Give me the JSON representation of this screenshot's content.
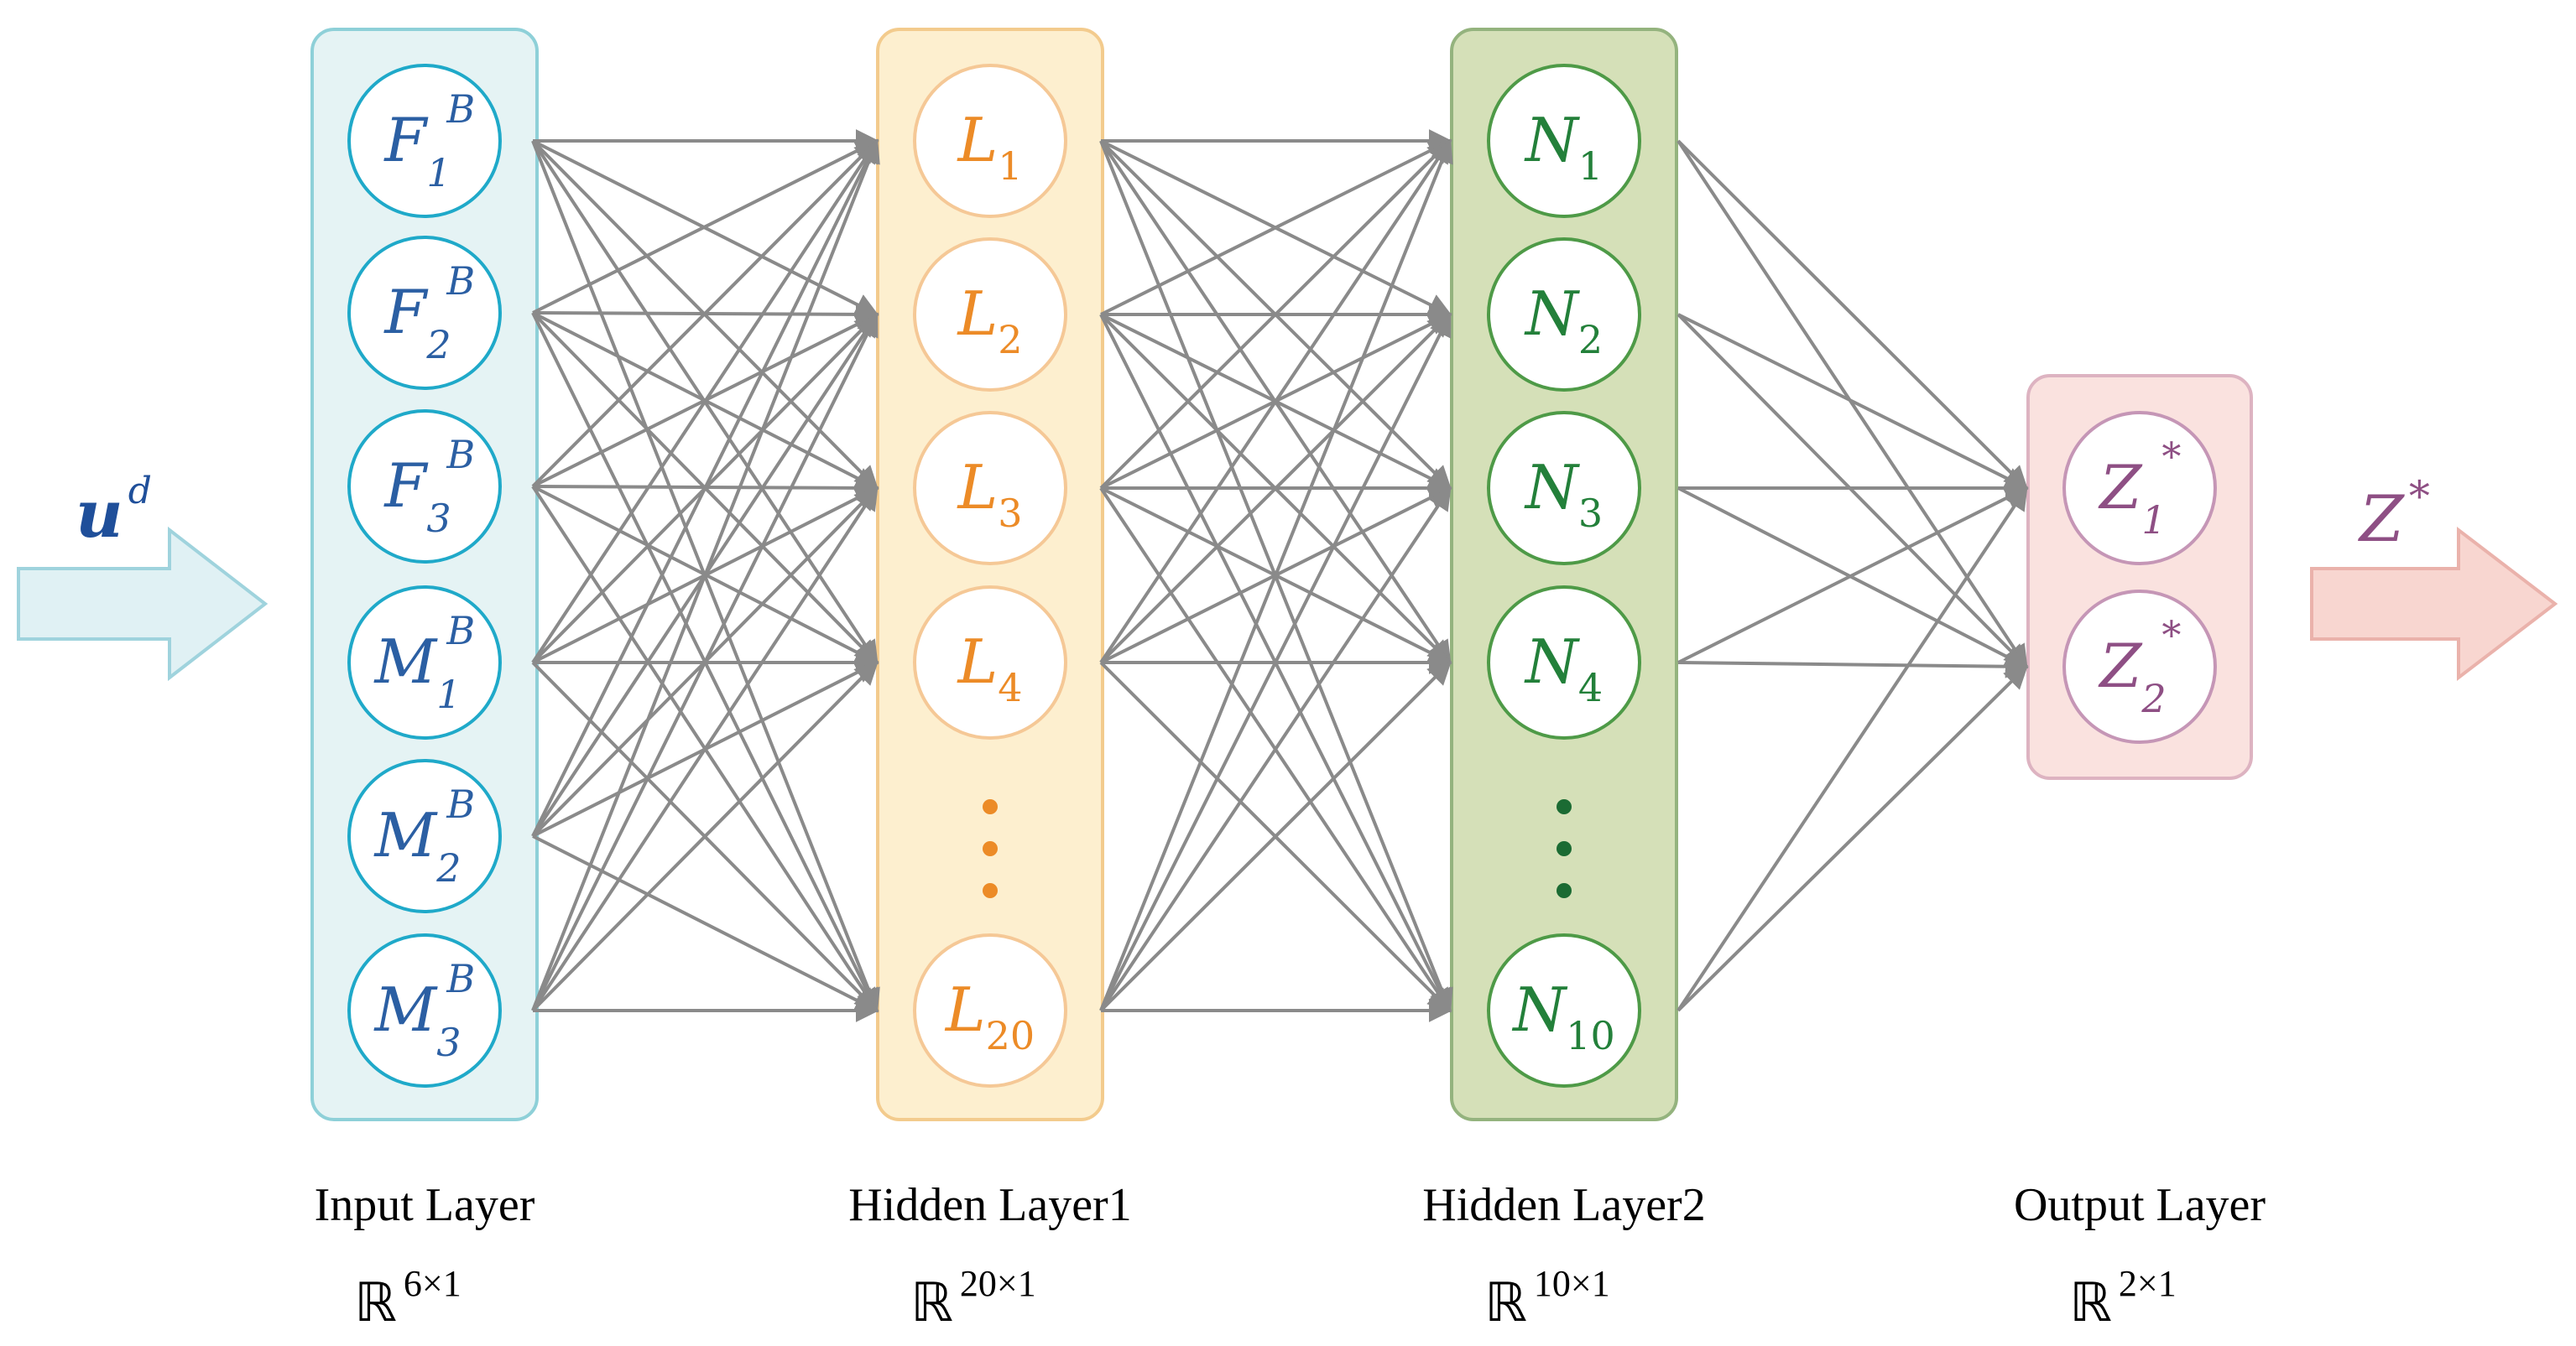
{
  "input_arrow": {
    "symbol": "u",
    "sup": "d"
  },
  "output_arrow": {
    "symbol": "Z",
    "sup": "*"
  },
  "layers": [
    {
      "key": "input",
      "title": "Input Layer",
      "dim_symbol": "ℝ",
      "dim": "6×1",
      "color": "#1fa9c9",
      "text_color": "#2b5fa3",
      "fill": "#e5f3f4",
      "border": "#8ed0d8",
      "nodes": [
        {
          "base": "F",
          "sub": "1",
          "sup": "B"
        },
        {
          "base": "F",
          "sub": "2",
          "sup": "B"
        },
        {
          "base": "F",
          "sub": "3",
          "sup": "B"
        },
        {
          "base": "M",
          "sub": "1",
          "sup": "B"
        },
        {
          "base": "M",
          "sub": "2",
          "sup": "B"
        },
        {
          "base": "M",
          "sub": "3",
          "sup": "B"
        }
      ]
    },
    {
      "key": "hidden1",
      "title": "Hidden Layer1",
      "dim_symbol": "ℝ",
      "dim": "20×1",
      "color": "#f5c896",
      "text_color": "#ec8b27",
      "fill": "#fdefcf",
      "border": "#f3cb8d",
      "nodes": [
        {
          "base": "L",
          "sub": "1"
        },
        {
          "base": "L",
          "sub": "2"
        },
        {
          "base": "L",
          "sub": "3"
        },
        {
          "base": "L",
          "sub": "4"
        },
        {
          "base": "L",
          "sub": "20"
        }
      ]
    },
    {
      "key": "hidden2",
      "title": "Hidden Layer2",
      "dim_symbol": "ℝ",
      "dim": "10×1",
      "color": "#4e9a47",
      "text_color": "#23803a",
      "fill": "#d5e0b8",
      "border": "#94b37e",
      "nodes": [
        {
          "base": "N",
          "sub": "1"
        },
        {
          "base": "N",
          "sub": "2"
        },
        {
          "base": "N",
          "sub": "3"
        },
        {
          "base": "N",
          "sub": "4"
        },
        {
          "base": "N",
          "sub": "10"
        }
      ]
    },
    {
      "key": "output",
      "title": "Output Layer",
      "dim_symbol": "ℝ",
      "dim": "2×1",
      "color": "#c596b6",
      "text_color": "#8e4f84",
      "fill": "#fae2df",
      "border": "#ddb3c1",
      "nodes": [
        {
          "base": "Z",
          "sub": "1",
          "sup": "*"
        },
        {
          "base": "Z",
          "sub": "2",
          "sup": "*"
        }
      ]
    }
  ],
  "colors": {
    "edge": "#8a8a8a",
    "arrow_in_fill": "#e0f1f4",
    "arrow_in_stroke": "#9fd3dd",
    "arrow_out_fill": "#f8d6d0",
    "arrow_out_stroke": "#eab2ab",
    "input_symbol": "#1f4f9a",
    "output_symbol": "#8e4f84",
    "hidden1_dots": "#ec8b27",
    "hidden2_dots": "#1b6b33",
    "caption": "#000000"
  }
}
